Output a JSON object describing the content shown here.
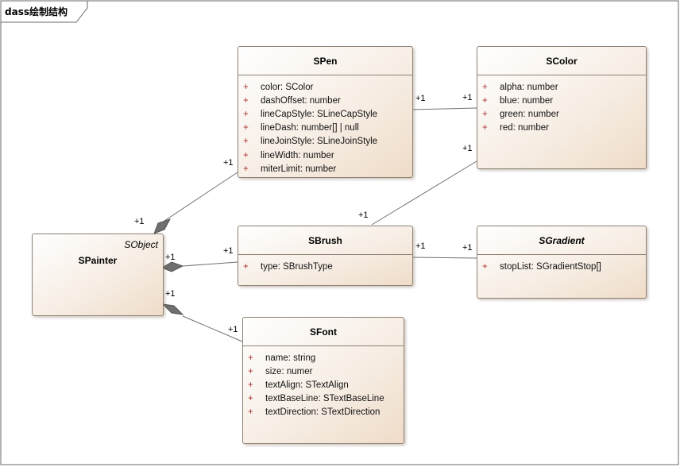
{
  "frame": {
    "title": "dass绘制结构"
  },
  "classes": {
    "spen": {
      "name": "SPen",
      "attributes": [
        {
          "vis": "+",
          "text": "color: SColor"
        },
        {
          "vis": "+",
          "text": "dashOffset: number"
        },
        {
          "vis": "+",
          "text": "lineCapStyle: SLineCapStyle"
        },
        {
          "vis": "+",
          "text": "lineDash: number[] | null"
        },
        {
          "vis": "+",
          "text": "lineJoinStyle: SLineJoinStyle"
        },
        {
          "vis": "+",
          "text": "lineWidth: number"
        },
        {
          "vis": "+",
          "text": "miterLimit: number"
        }
      ]
    },
    "scolor": {
      "name": "SColor",
      "attributes": [
        {
          "vis": "+",
          "text": "alpha: number"
        },
        {
          "vis": "+",
          "text": "blue: number"
        },
        {
          "vis": "+",
          "text": "green: number"
        },
        {
          "vis": "+",
          "text": "red: number"
        }
      ]
    },
    "spainter": {
      "name": "SPainter",
      "stereotype": "SObject"
    },
    "sbrush": {
      "name": "SBrush",
      "attributes": [
        {
          "vis": "+",
          "text": "type: SBrushType"
        }
      ]
    },
    "sgradient": {
      "name": "SGradient",
      "attributes": [
        {
          "vis": "+",
          "text": "stopList: SGradientStop[]"
        }
      ]
    },
    "sfont": {
      "name": "SFont",
      "attributes": [
        {
          "vis": "+",
          "text": "name: string"
        },
        {
          "vis": "+",
          "text": "size: numer"
        },
        {
          "vis": "+",
          "text": "textAlign: STextAlign"
        },
        {
          "vis": "+",
          "text": "textBaseLine: STextBaseLine"
        },
        {
          "vis": "+",
          "text": "textDirection: STextDirection"
        }
      ]
    }
  },
  "multiplicities": {
    "pen_color_src": "+1",
    "pen_color_dst": "+1",
    "painter_pen_src": "+1",
    "painter_pen_dst": "+1",
    "brush_color_src": "+1",
    "brush_color_dst": "+1",
    "painter_brush_src": "+1",
    "painter_brush_dst": "+1",
    "brush_gradient_src": "+1",
    "brush_gradient_dst": "+1",
    "painter_font_src": "+1",
    "painter_font_dst": "+1"
  },
  "colors": {
    "line": "#707070",
    "border": "#8f8174",
    "fill_light": "#ffffff",
    "fill_dark": "#efdcc8",
    "visibility": "#aa3333"
  }
}
